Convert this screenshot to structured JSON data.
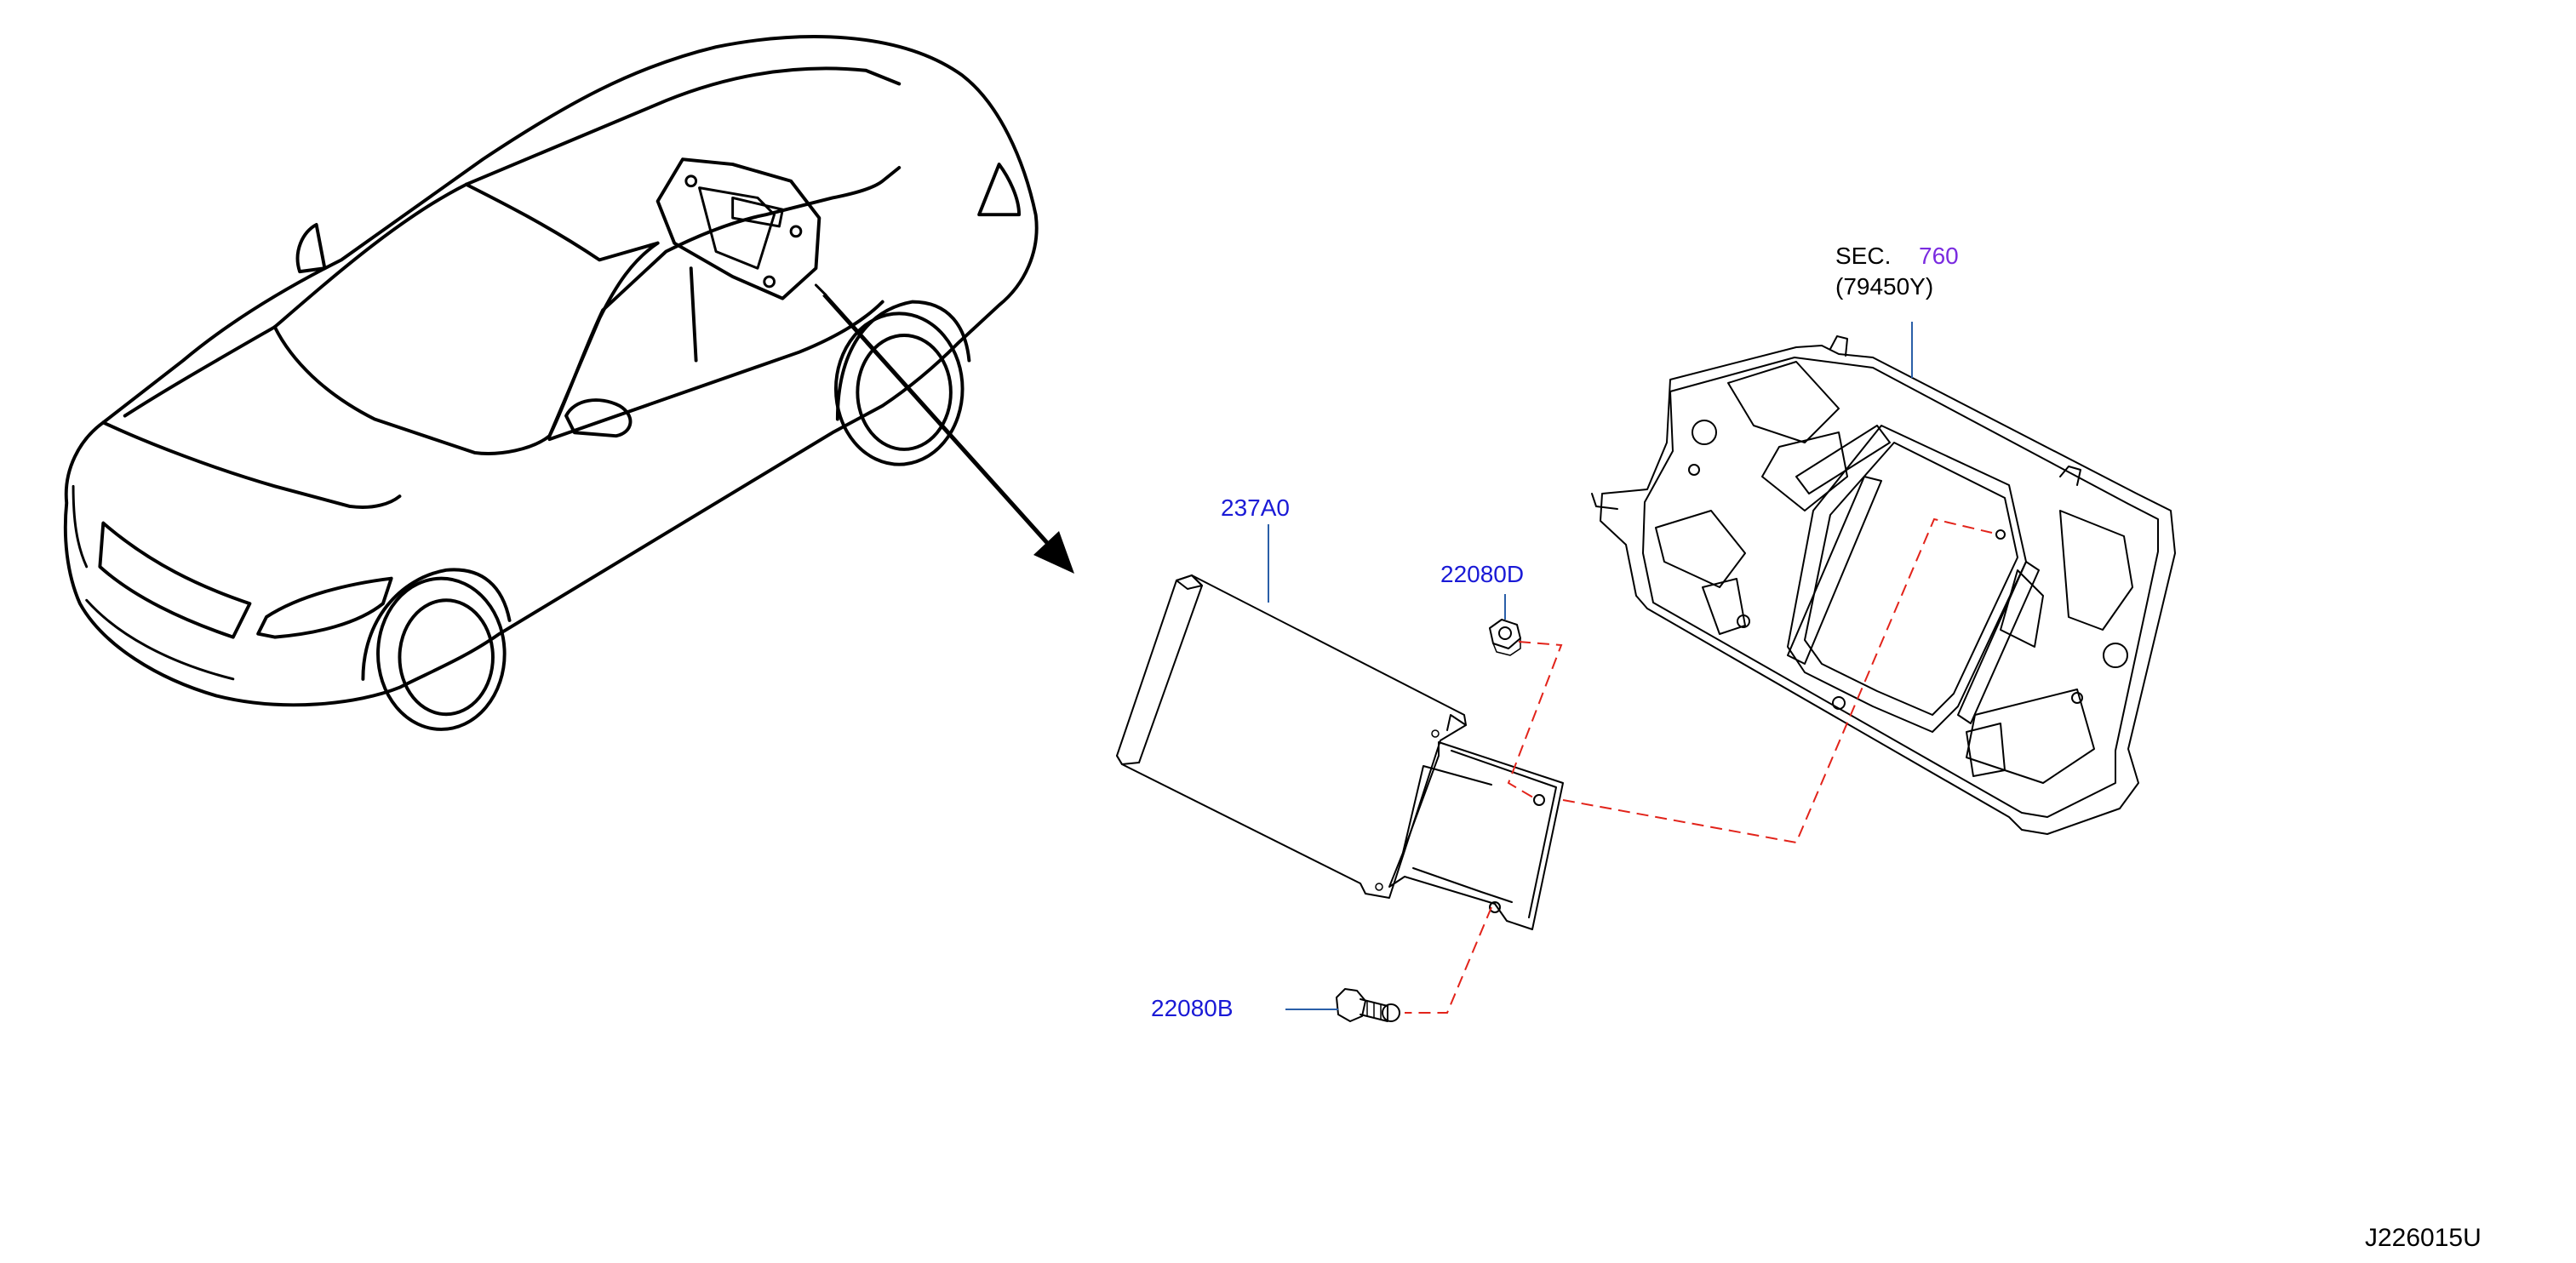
{
  "labels": {
    "sec_prefix": "SEC.",
    "sec_number": "760",
    "sec_ref": "(79450Y)",
    "part_237A0": "237A0",
    "part_22080D": "22080D",
    "part_22080B": "22080B",
    "diagram_id": "J226015U"
  },
  "colors": {
    "part_number": "#1a1ad6",
    "section_number": "#7a2be0",
    "leader_line": "#2a5fa8",
    "dashed_guide": "#e2231a",
    "line_art": "#000000"
  }
}
